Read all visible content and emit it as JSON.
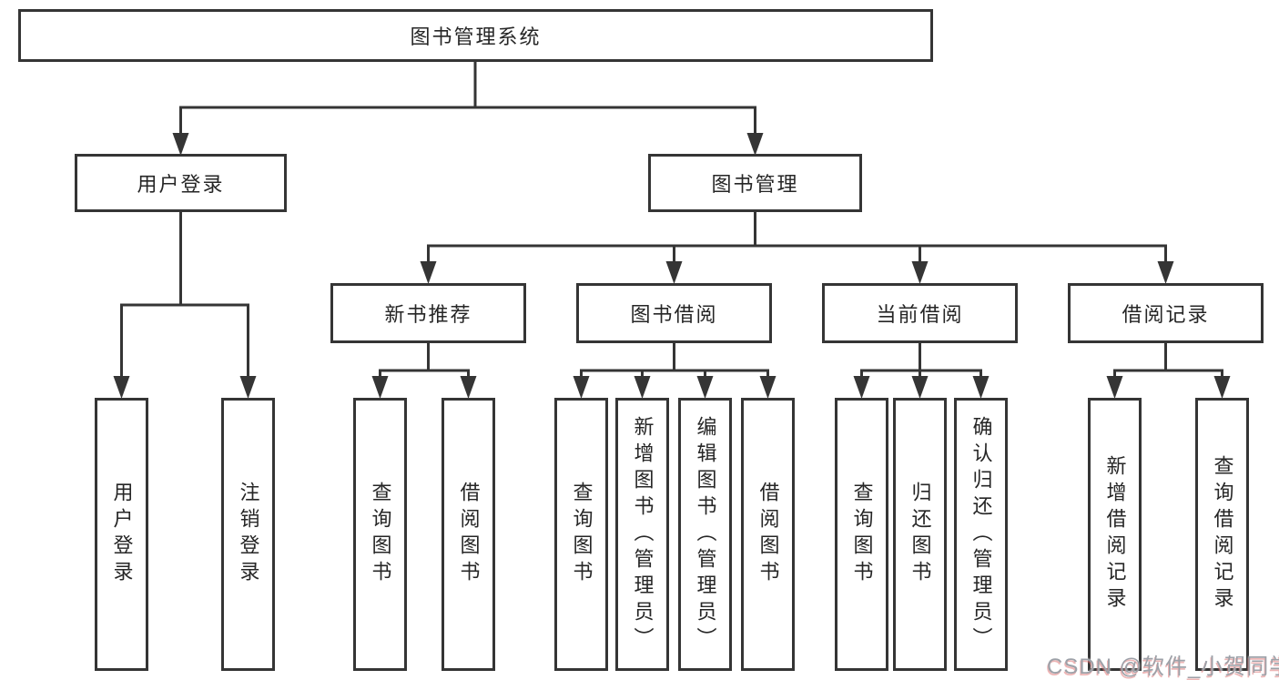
{
  "diagram": {
    "root": "图书管理系统",
    "user_login_branch": {
      "label": "用户登录",
      "children": [
        "用户登录",
        "注销登录"
      ]
    },
    "book_mgmt_branch": {
      "label": "图书管理",
      "sections": [
        {
          "label": "新书推荐",
          "children": [
            "查询图书",
            "借阅图书"
          ]
        },
        {
          "label": "图书借阅",
          "children": [
            "查询图书",
            "新增图书（管理员）",
            "编辑图书（管理员）",
            "借阅图书"
          ]
        },
        {
          "label": "当前借阅",
          "children": [
            "查询图书",
            "归还图书",
            "确认归还（管理员）"
          ]
        },
        {
          "label": "借阅记录",
          "children": [
            "新增借阅记录",
            "查询借阅记录"
          ]
        }
      ]
    }
  },
  "watermark": {
    "text": "CSDN @软件_小贺同学"
  },
  "colors": {
    "line": "#353535",
    "text": "#262626",
    "watermark_gray": "#9da1a8",
    "watermark_red": "#d65c5c",
    "background": "#ffffff"
  }
}
